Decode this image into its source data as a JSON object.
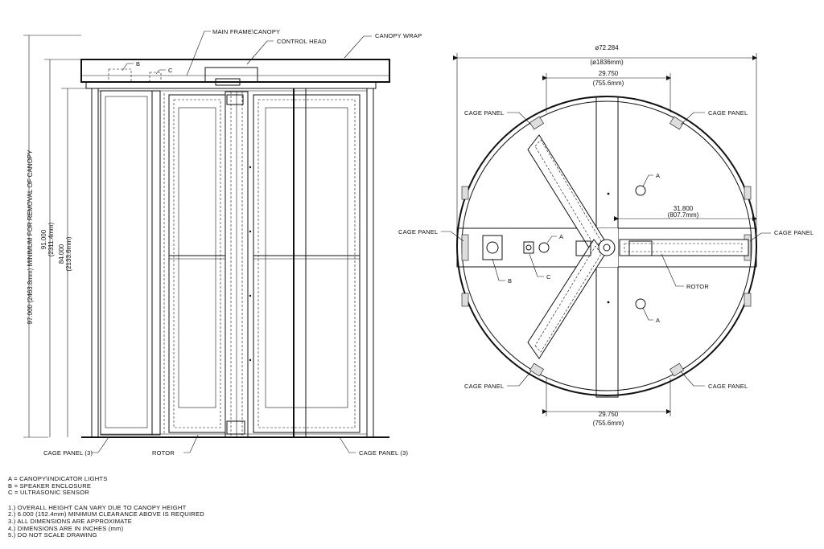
{
  "front_view": {
    "labels": {
      "main_frame": "MAIN FRAME\\CANOPY",
      "control_head": "CONTROL HEAD",
      "canopy_wrap": "CANOPY WRAP",
      "b": "B",
      "c": "C",
      "cage_panel_left": "CAGE PANEL (3)",
      "cage_panel_right": "CAGE PANEL (3)",
      "rotor": "ROTOR"
    },
    "dimensions": {
      "overall": "97.000 (2463.8mm) MINIMUM FOR REMOVAL OF CANOPY",
      "height_91_in": "91.000",
      "height_91_mm": "(2311.4mm)",
      "height_84_in": "84.000",
      "height_84_mm": "(2133.6mm)"
    }
  },
  "plan_view": {
    "labels": {
      "cage_tl": "CAGE PANEL",
      "cage_tr": "CAGE PANEL",
      "cage_ml": "CAGE PANEL",
      "cage_mr": "CAGE PANEL",
      "cage_bl": "CAGE PANEL",
      "cage_br": "CAGE PANEL",
      "a_top": "A",
      "a_mid": "A",
      "a_bottom": "A",
      "b": "B",
      "c": "C",
      "rotor": "ROTOR"
    },
    "dimensions": {
      "diameter_in": "ø72.284",
      "diameter_mm": "(ø1836mm)",
      "top_width_in": "29.750",
      "top_width_mm": "(755.6mm)",
      "radius_in": "31.800",
      "radius_mm": "(807.7mm)",
      "bottom_width_in": "29.750",
      "bottom_width_mm": "(755.6mm)"
    }
  },
  "legend": [
    "A = CANOPY\\INDICATOR LIGHTS",
    "B = SPEAKER ENCLOSURE",
    "C = ULTRASONIC SENSOR"
  ],
  "notes": [
    "1.) OVERALL HEIGHT CAN VARY DUE TO CANOPY HEIGHT",
    "2.) 6.000 (152.4mm) MINIMUM CLEARANCE ABOVE IS REQUIRED",
    "3.) ALL DIMENSIONS ARE APPROXIMATE",
    "4.) DIMENSIONS ARE IN INCHES (mm)",
    "5.) DO NOT SCALE DRAWING"
  ]
}
